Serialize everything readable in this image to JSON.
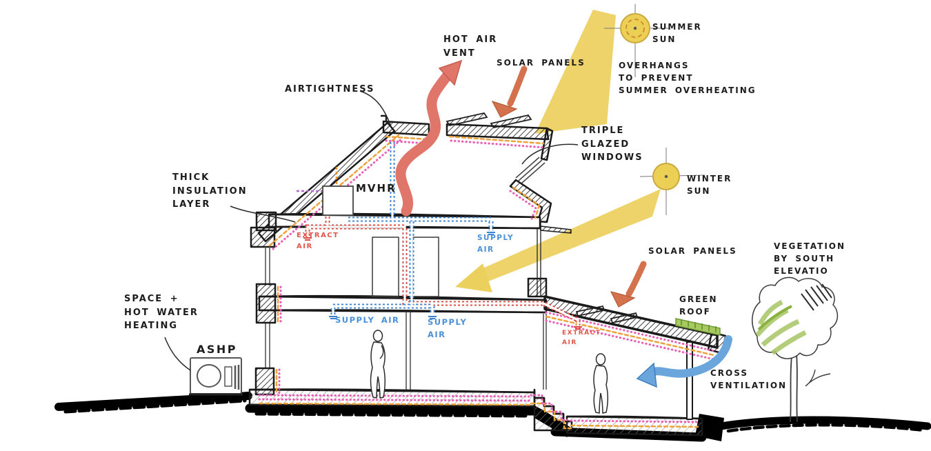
{
  "diagram": {
    "type": "architectural-section-sketch",
    "subject": "Sustainable passive house cross-section with services and solar strategy",
    "colors": {
      "ink": "#1c1c1c",
      "sun_yellow": "#ecd05e",
      "hot_air_red": "#e0756a",
      "solar_arrow_orange": "#d4724d",
      "supply_air_blue": "#4a90d9",
      "extract_air_red": "#e2574b",
      "insulation_orange": "#eda13a",
      "insulation_pink": "#ea5db5",
      "vegetation_green": "#a6c565",
      "cross_vent_blue": "#6aa5dc"
    },
    "icons": [
      "summer-sun-icon",
      "winter-sun-icon",
      "hot-air-vent-arrow",
      "solar-panel-arrow",
      "sun-beam",
      "cross-ventilation-arrow",
      "ashp-unit",
      "mvhr-unit",
      "tree",
      "person-figure"
    ],
    "labels": {
      "airtightness": "AIRTIGHTNESS",
      "hot_air_vent": "HOT AIR\nVENT",
      "solar_panels_top": "SOLAR PANELS",
      "summer_sun": "SUMMER\nSUN",
      "overhangs": "OVERHANGS\nTO PREVENT\nSUMMER OVERHEATING",
      "triple_glazed_windows": "TRIPLE\nGLAZED\nWINDOWS",
      "winter_sun": "WINTER\nSUN",
      "thick_insulation_layer": "THICK\nINSULATION\nLAYER",
      "mvhr": "MVHR",
      "extract_air_upper": "EXTRACT\nAIR",
      "supply_air_upper": "SUPPLY\nAIR",
      "space_hot_water_heating": "SPACE +\nHOT WATER\nHEATING",
      "ashp": "ASHP",
      "supply_air_ground_left": "SUPPLY AIR",
      "supply_air_ground_right": "SUPPLY\nAIR",
      "solar_panels_right": "SOLAR PANELS",
      "green_roof": "GREEN\nROOF",
      "extract_air_lower": "EXTRACT\nAIR",
      "vegetation": "VEGETATION\nBY SOUTH\nELEVATIO",
      "cross_ventilation": "CROSS\nVENTILATION"
    }
  }
}
